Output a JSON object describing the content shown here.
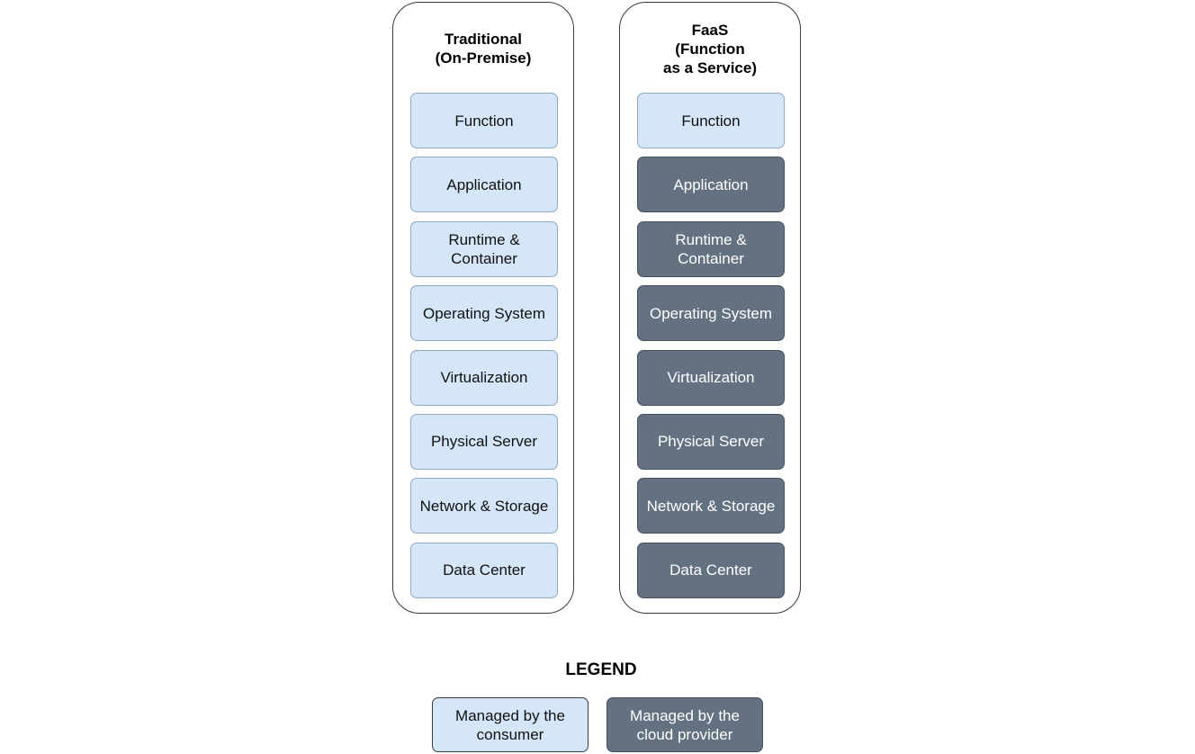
{
  "columns": [
    {
      "title": "Traditional\n(On-Premise)",
      "layers": [
        {
          "label": "Function",
          "managed_by": "consumer"
        },
        {
          "label": "Application",
          "managed_by": "consumer"
        },
        {
          "label": "Runtime &\nContainer",
          "managed_by": "consumer"
        },
        {
          "label": "Operating System",
          "managed_by": "consumer"
        },
        {
          "label": "Virtualization",
          "managed_by": "consumer"
        },
        {
          "label": "Physical Server",
          "managed_by": "consumer"
        },
        {
          "label": "Network & Storage",
          "managed_by": "consumer"
        },
        {
          "label": "Data Center",
          "managed_by": "consumer"
        }
      ]
    },
    {
      "title": "FaaS\n(Function\nas a Service)",
      "layers": [
        {
          "label": "Function",
          "managed_by": "consumer"
        },
        {
          "label": "Application",
          "managed_by": "provider"
        },
        {
          "label": "Runtime &\nContainer",
          "managed_by": "provider"
        },
        {
          "label": "Operating System",
          "managed_by": "provider"
        },
        {
          "label": "Virtualization",
          "managed_by": "provider"
        },
        {
          "label": "Physical Server",
          "managed_by": "provider"
        },
        {
          "label": "Network & Storage",
          "managed_by": "provider"
        },
        {
          "label": "Data Center",
          "managed_by": "provider"
        }
      ]
    }
  ],
  "legend": {
    "title": "LEGEND",
    "items": [
      {
        "key": "consumer",
        "label": "Managed by the\nconsumer"
      },
      {
        "key": "provider",
        "label": "Managed by the\ncloud provider"
      }
    ]
  },
  "colors": {
    "consumer_fill": "#d5e6f8",
    "provider_fill": "#637180"
  }
}
